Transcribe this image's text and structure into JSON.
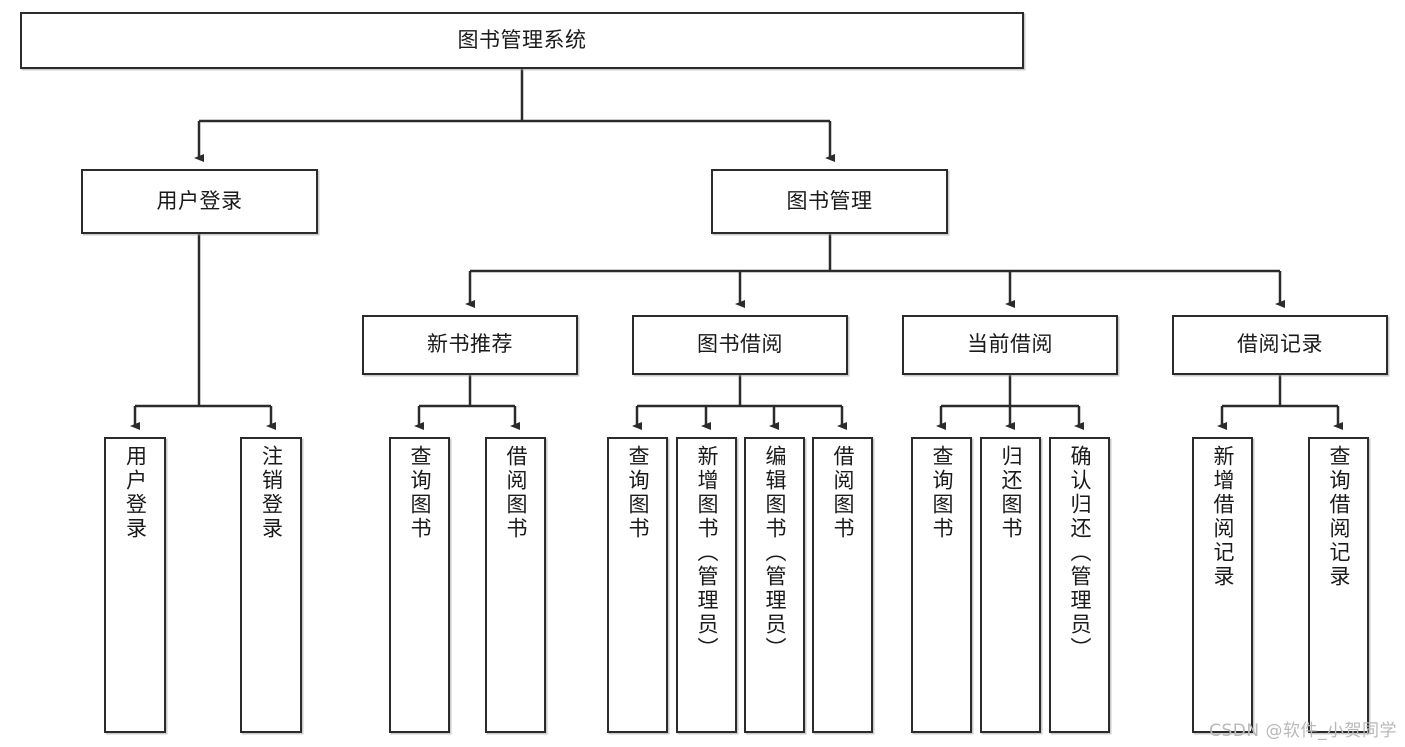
{
  "diagram": {
    "type": "org-tree-flowchart",
    "root": {
      "id": "root",
      "label": "图书管理系统"
    },
    "level2": [
      {
        "id": "user-login",
        "label": "用户登录"
      },
      {
        "id": "book-manage",
        "label": "图书管理"
      }
    ],
    "level3": [
      {
        "id": "new-book-recommend",
        "label": "新书推荐",
        "parent": "book-manage"
      },
      {
        "id": "book-borrow",
        "label": "图书借阅",
        "parent": "book-manage"
      },
      {
        "id": "current-borrow",
        "label": "当前借阅",
        "parent": "book-manage"
      },
      {
        "id": "borrow-record",
        "label": "借阅记录",
        "parent": "book-manage"
      }
    ],
    "leaves": [
      {
        "id": "leaf-user-login",
        "label": "用户登录",
        "parent": "user-login"
      },
      {
        "id": "leaf-logout-login",
        "label": "注销登录",
        "parent": "user-login"
      },
      {
        "id": "leaf-query-book-1",
        "label": "查询图书",
        "parent": "new-book-recommend"
      },
      {
        "id": "leaf-borrow-book-1",
        "label": "借阅图书",
        "parent": "new-book-recommend"
      },
      {
        "id": "leaf-query-book-2",
        "label": "查询图书",
        "parent": "book-borrow"
      },
      {
        "id": "leaf-add-book",
        "label": "新增图书（管理员）",
        "parent": "book-borrow"
      },
      {
        "id": "leaf-edit-book",
        "label": "编辑图书（管理员）",
        "parent": "book-borrow"
      },
      {
        "id": "leaf-borrow-book-2",
        "label": "借阅图书",
        "parent": "book-borrow"
      },
      {
        "id": "leaf-query-book-3",
        "label": "查询图书",
        "parent": "current-borrow"
      },
      {
        "id": "leaf-return-book",
        "label": "归还图书",
        "parent": "current-borrow"
      },
      {
        "id": "leaf-confirm-return",
        "label": "确认归还（管理员）",
        "parent": "current-borrow"
      },
      {
        "id": "leaf-add-record",
        "label": "新增借阅记录",
        "parent": "borrow-record"
      },
      {
        "id": "leaf-query-record",
        "label": "查询借阅记录",
        "parent": "borrow-record"
      }
    ],
    "colors": {
      "stroke": "#2b2b2b",
      "fill": "#ffffff",
      "text": "#1a1a1a",
      "watermark": "#b9b9b9"
    }
  },
  "watermark": {
    "text": "CSDN @软件_小贺同学"
  }
}
